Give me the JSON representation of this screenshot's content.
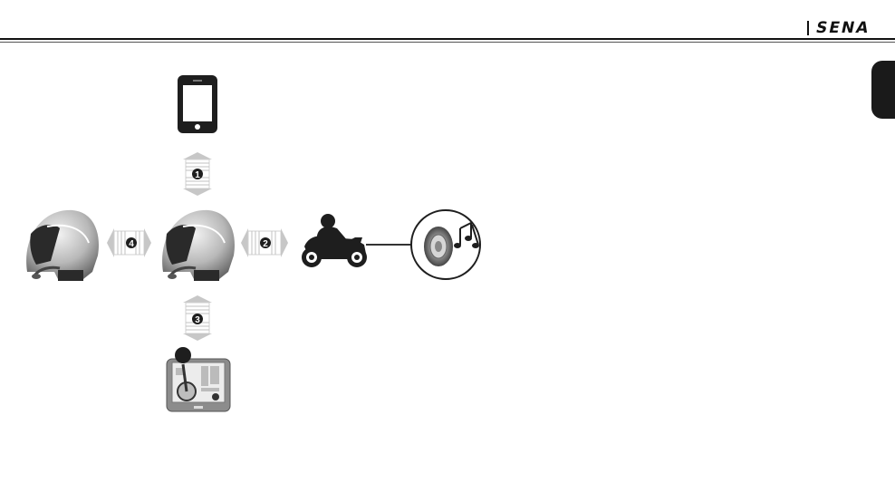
{
  "header": {
    "brand": "SENA",
    "brand_color": "#111111"
  },
  "side_tab": {
    "color": "#1a1a1a"
  },
  "diagram": {
    "nodes": [
      {
        "id": "smartphone",
        "icon": "smartphone-icon"
      },
      {
        "id": "helmet-left",
        "icon": "helmet-icon"
      },
      {
        "id": "helmet-center",
        "icon": "helmet-icon"
      },
      {
        "id": "motorcycle",
        "icon": "motorcycle-icon"
      },
      {
        "id": "speaker",
        "icon": "speaker-music-icon"
      },
      {
        "id": "gps",
        "icon": "gps-navigation-icon"
      }
    ],
    "connections": [
      {
        "label": "1",
        "from": "helmet-center",
        "to": "smartphone"
      },
      {
        "label": "2",
        "from": "helmet-center",
        "to": "motorcycle"
      },
      {
        "label": "3",
        "from": "helmet-center",
        "to": "gps"
      },
      {
        "label": "4",
        "from": "helmet-center",
        "to": "helmet-left"
      }
    ]
  }
}
